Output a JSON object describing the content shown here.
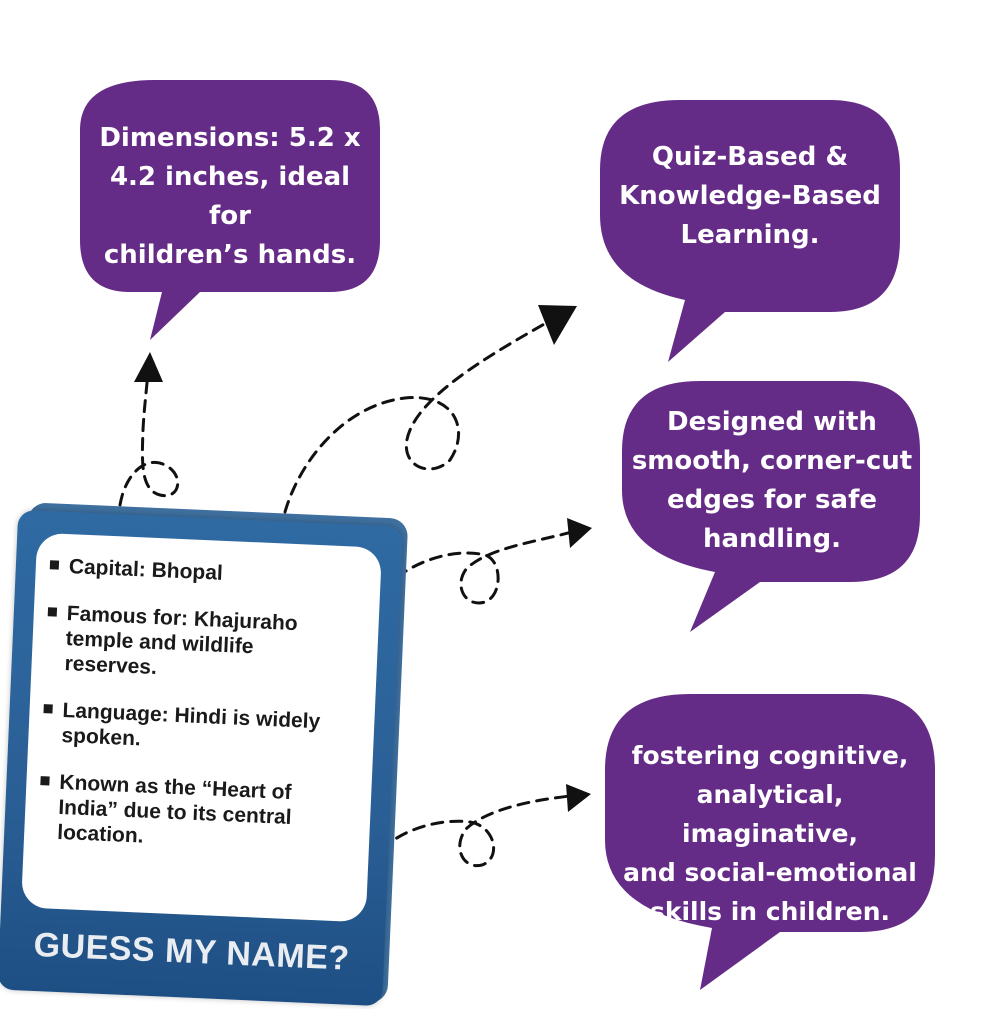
{
  "callouts": [
    {
      "id": "dimensions",
      "lines": [
        "Dimensions: 5.2 x",
        "4.2 inches, ideal for",
        "children’s hands."
      ]
    },
    {
      "id": "quiz",
      "lines": [
        "Quiz-Based &",
        "Knowledge-Based",
        "Learning."
      ]
    },
    {
      "id": "edges",
      "lines": [
        "Designed with",
        "smooth, corner-cut",
        "edges for safe",
        "handling."
      ]
    },
    {
      "id": "skills",
      "lines": [
        "fostering cognitive,",
        "analytical, imaginative,",
        "and social-emotional",
        "skills in children."
      ]
    }
  ],
  "card": {
    "items": [
      {
        "lines": [
          "Capital: Bhopal"
        ]
      },
      {
        "lines": [
          "Famous for: Khajuraho",
          "temple and wildlife",
          "reserves."
        ]
      },
      {
        "lines": [
          "Language: Hindi is widely",
          "spoken."
        ]
      },
      {
        "lines": [
          "Known as the “Heart of",
          "India” due to its central",
          "location."
        ]
      }
    ],
    "title": "GUESS MY NAME?"
  },
  "colors": {
    "bubble": "#652c87",
    "card_blue": "#2f6aa3",
    "arrow": "#111111"
  },
  "icons": [
    "speech-bubble",
    "dashed-arrow",
    "loop"
  ]
}
